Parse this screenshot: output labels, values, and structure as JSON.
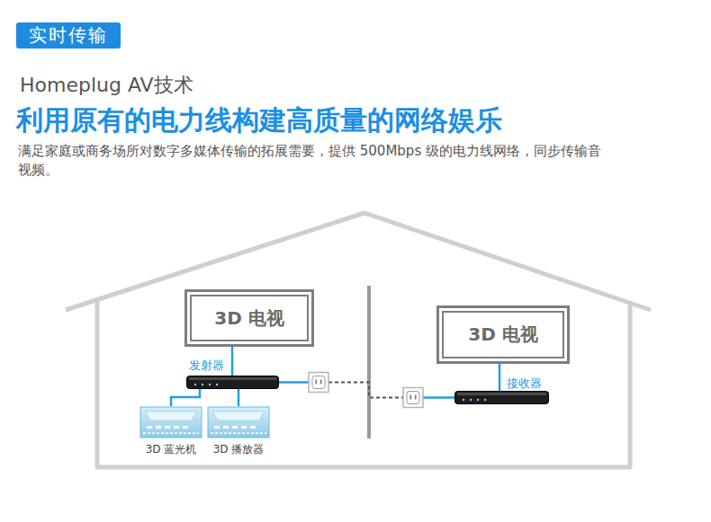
{
  "diagram": {
    "title": "利用原有的电力线构建高质量的网络娱乐",
    "nodes": [
      {
        "text": [
          "实时传输"
        ]
      },
      {
        "text": [
          "3D 电视"
        ]
      },
      {
        "text": [
          "发射器"
        ]
      },
      {
        "text": [
          "3D 蓝光机"
        ]
      },
      {
        "text": [
          "3D 播放器"
        ]
      },
      {
        "text": [
          "3D 电视"
        ]
      },
      {
        "text": [
          "接收器"
        ]
      }
    ],
    "edges": [
      {
        "from": 2,
        "to": 1,
        "arrow": "none"
      },
      {
        "from": 3,
        "to": 2,
        "arrow": "none"
      },
      {
        "from": 4,
        "to": 2,
        "arrow": "none"
      },
      {
        "from": 2,
        "to": 6,
        "arrow": "none"
      },
      {
        "from": 6,
        "to": 5,
        "arrow": "none"
      }
    ],
    "labels": [
      "Homeplug AV技术",
      "满足家庭或商务场所对数字多媒体传输的拓展需要，提供 500Mbps 级的电力线网络，同步传输音视频。"
    ]
  }
}
